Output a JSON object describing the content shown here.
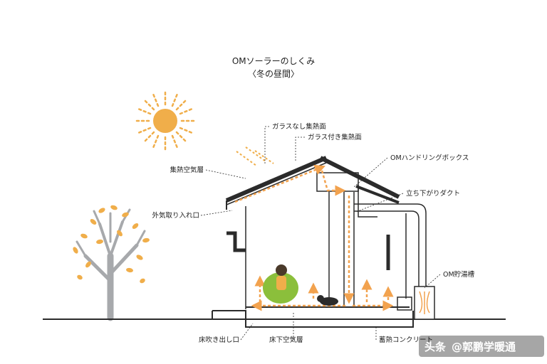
{
  "title": "OMソーラーのしくみ",
  "subtitle": "〈冬の昼間〉",
  "labels": {
    "glass_less_collector": "ガラスなし集熱面",
    "glass_collector": "ガラス付き集熱面",
    "collector_air_layer": "集熱空気層",
    "om_handling_box": "OMハンドリングボックス",
    "outside_air_inlet": "外気取り入れ口",
    "downflow_duct": "立ち下がりダクト",
    "om_hot_water_tank": "OM貯湯槽",
    "floor_outlet": "床吹き出し口",
    "underfloor_air_layer": "床下空気層",
    "thermal_concrete": "蓄熱コンクリート"
  },
  "watermark": {
    "platform": "头条",
    "account": "@郭鹏学暖通"
  },
  "colors": {
    "sun": "#F0AE4A",
    "airflow": "#F2A24E",
    "structure": "#2b2b2b",
    "tree_trunk": "#A7A9AC",
    "leaf": "#F0AE4A",
    "chair": "#8BBF3B"
  }
}
